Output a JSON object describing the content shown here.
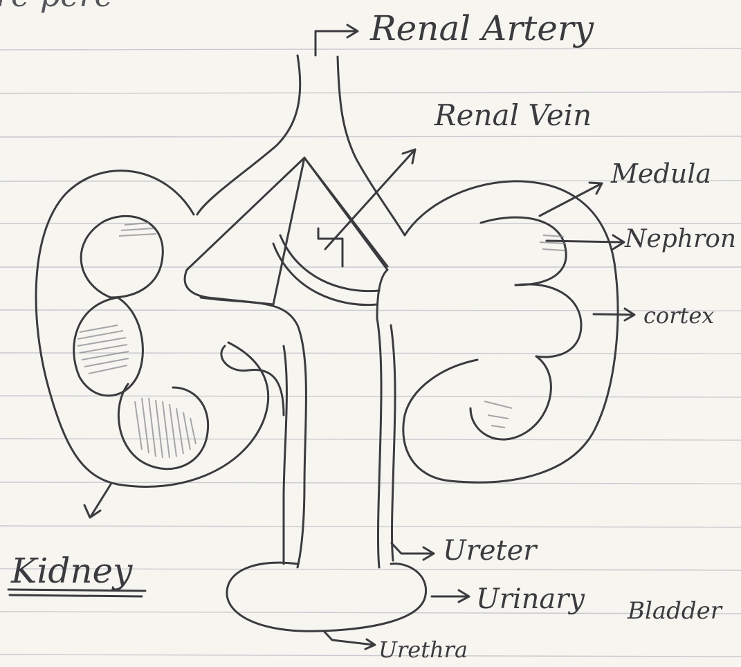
{
  "diagram": {
    "top_fragment": "re  pere",
    "labels": {
      "renal_artery": "Renal Artery",
      "renal_vein": "Renal Vein",
      "medula": "Medula",
      "nephron": "Nephron",
      "cortex": "cortex",
      "ureter": "Ureter",
      "urinary": "Urinary",
      "bladder": "Bladder",
      "urethra": "Urethra",
      "kidney": "Kidney"
    },
    "colors": {
      "paper": "#f6f5f0",
      "ruled_line": "#c9c9cf",
      "ink": "#3b3b3f",
      "shading": "#8a8a8f"
    }
  }
}
